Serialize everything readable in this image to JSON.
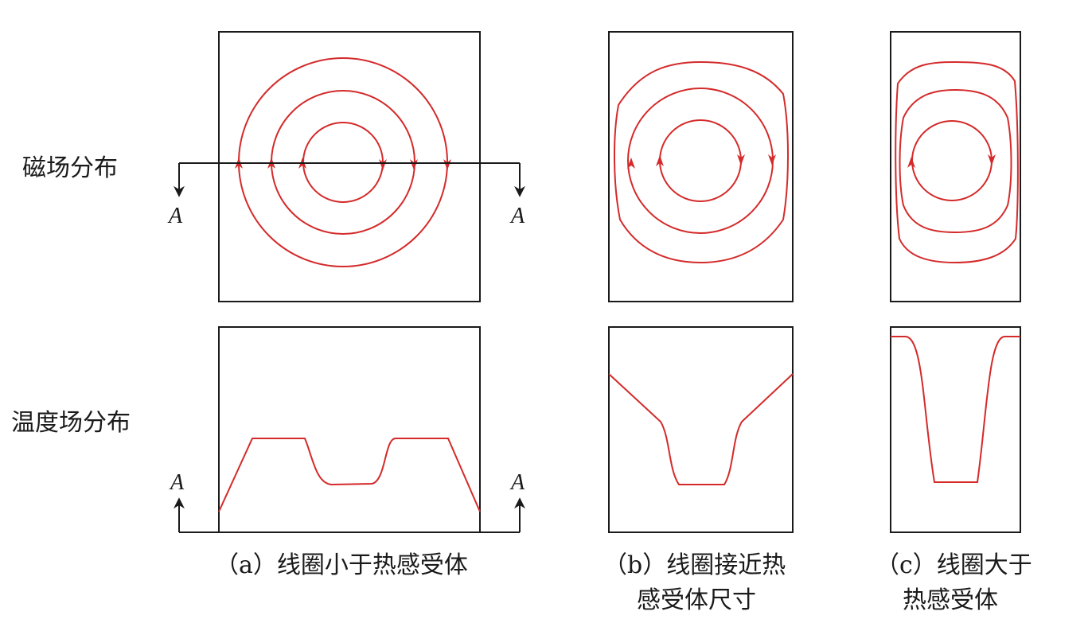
{
  "row_labels": {
    "magnetic": "磁场分布",
    "temperature": "温度场分布"
  },
  "section_mark": "A",
  "captions": {
    "a": [
      "（a）线圈小于热感受体"
    ],
    "b": [
      "（b）线圈接近热",
      "感受体尺寸"
    ],
    "c": [
      "（c）线圈大于",
      "热感受体"
    ]
  },
  "colors": {
    "field_line": "#d42a2a",
    "outline": "#1a1a1a"
  }
}
